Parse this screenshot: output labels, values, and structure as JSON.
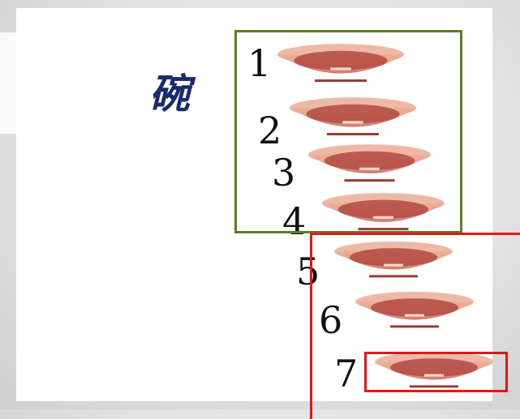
{
  "title": "碗",
  "bowls": [
    {
      "number": "1"
    },
    {
      "number": "2"
    },
    {
      "number": "3"
    },
    {
      "number": "4"
    },
    {
      "number": "5"
    },
    {
      "number": "6"
    },
    {
      "number": "7"
    }
  ],
  "colors": {
    "title": "#1a2a6c",
    "green_frame": "#5f7a2a",
    "red_frame": "#e01818",
    "bowl_rim": "#e8a890",
    "bowl_inner": "#b34a42"
  }
}
